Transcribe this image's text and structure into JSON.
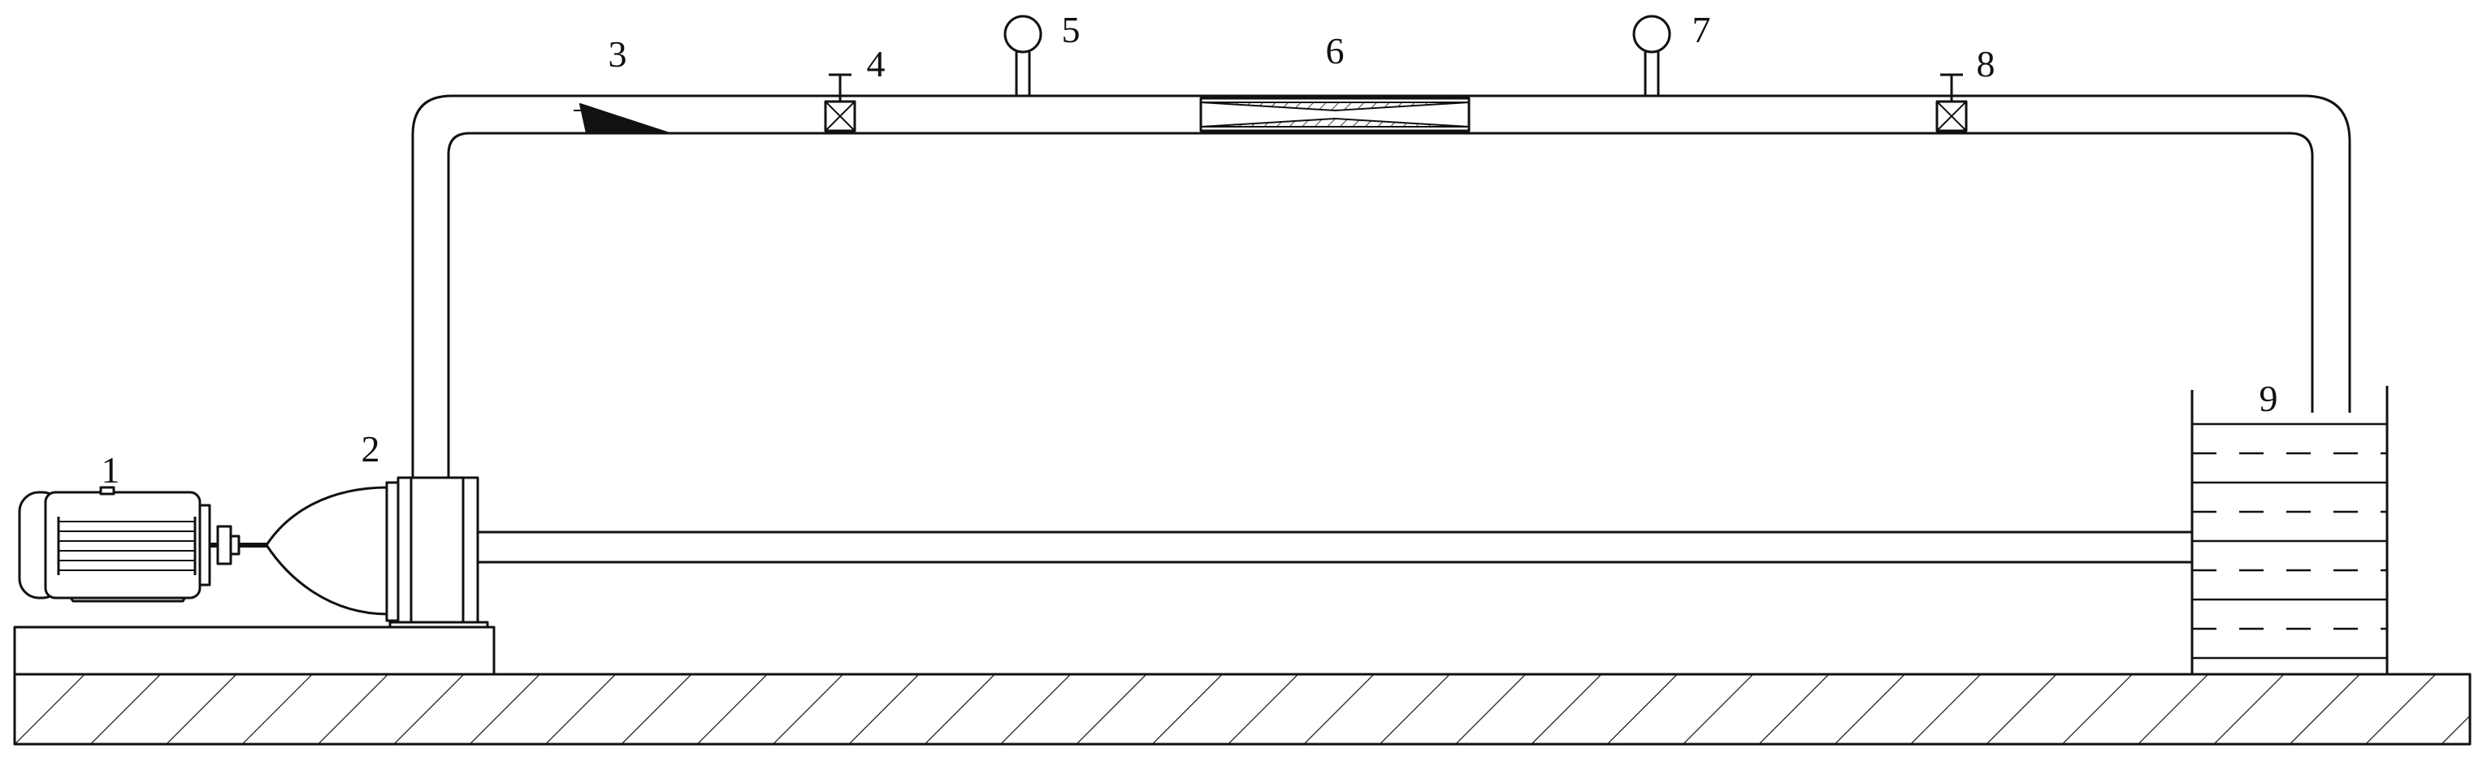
{
  "diagram": {
    "components": [
      {
        "id": "1",
        "label": "1"
      },
      {
        "id": "2",
        "label": "2"
      },
      {
        "id": "3",
        "label": "3"
      },
      {
        "id": "4",
        "label": "4"
      },
      {
        "id": "5",
        "label": "5"
      },
      {
        "id": "6",
        "label": "6"
      },
      {
        "id": "7",
        "label": "7"
      },
      {
        "id": "8",
        "label": "8"
      },
      {
        "id": "9",
        "label": "9"
      }
    ]
  },
  "colors": {
    "stroke": "#111111",
    "background": "#ffffff"
  }
}
